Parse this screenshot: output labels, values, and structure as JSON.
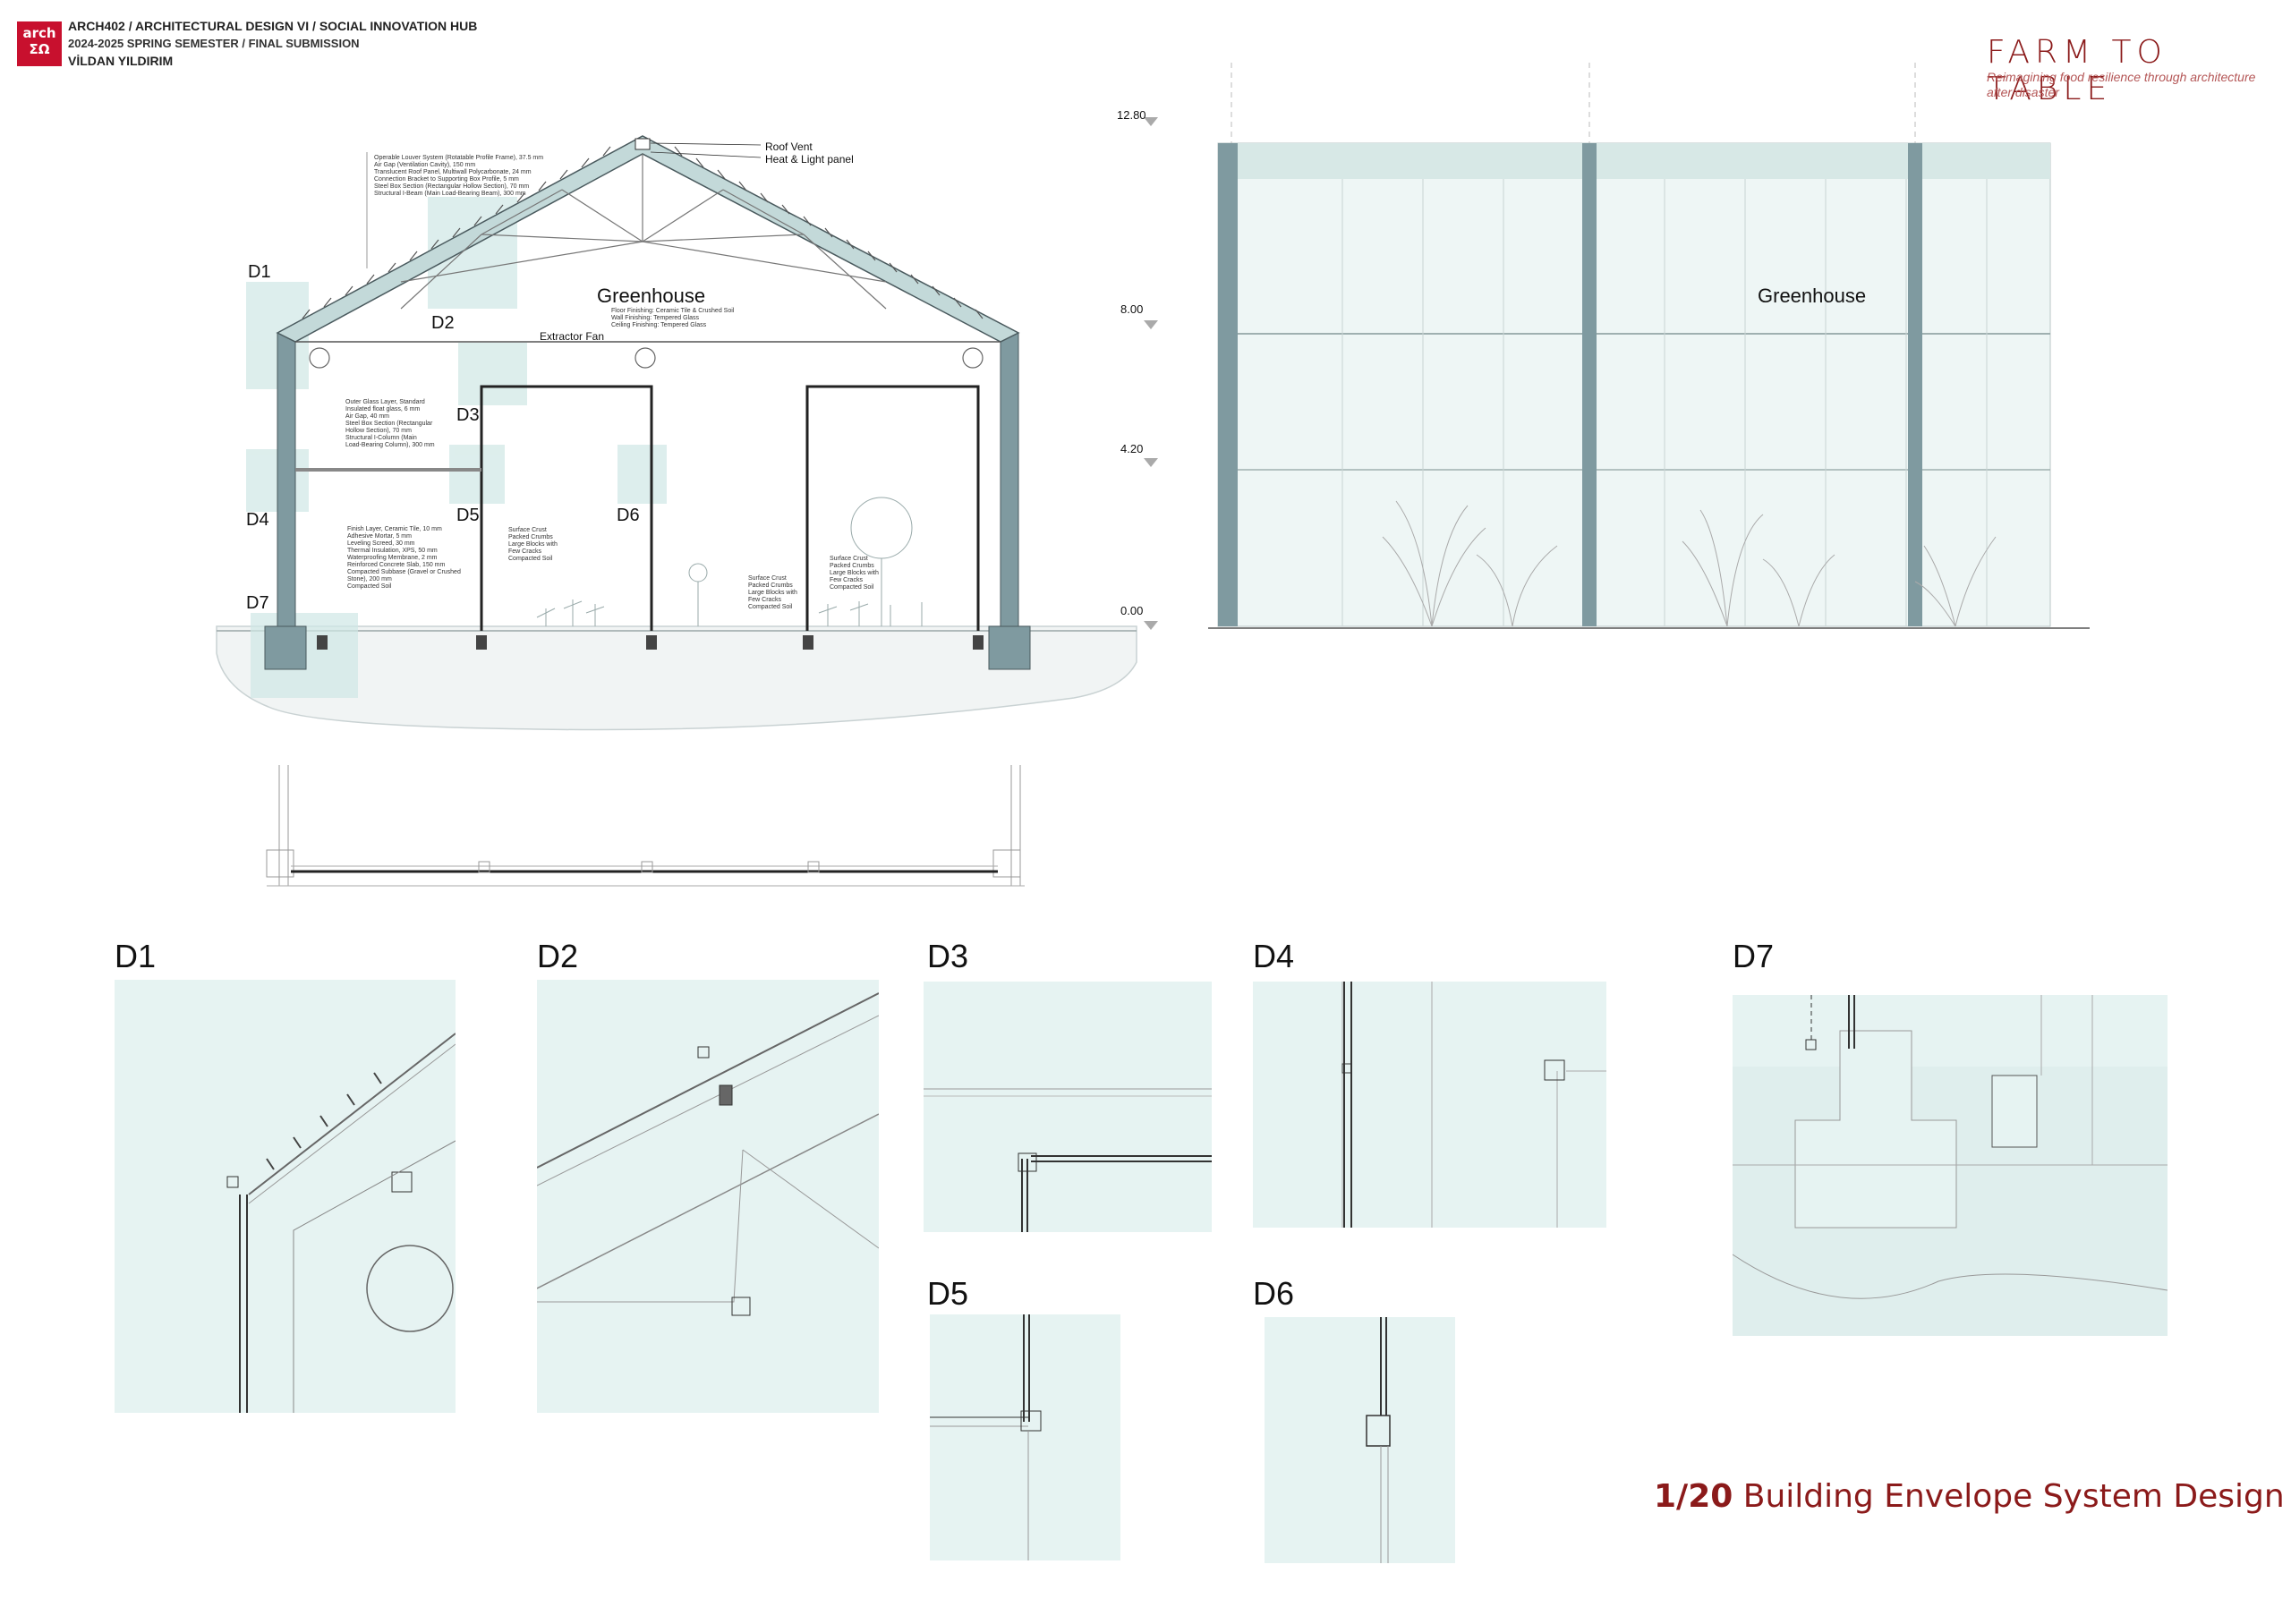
{
  "header": {
    "logo_text_top": "arch",
    "logo_text_bottom": "ΣΩ",
    "line1": "ARCH402 / ARCHITECTURAL DESIGN VI / SOCIAL INNOVATION HUB",
    "line2": "2024-2025 SPRING SEMESTER / FINAL SUBMISSION",
    "line3": "VİLDAN YILDIRIM"
  },
  "project": {
    "title": "FARM TO TABLE",
    "subtitle": "Reimagining food resilience through architecture after disaster"
  },
  "sheet_title": {
    "scale": "1/20",
    "text": " Building Envelope System Design"
  },
  "section": {
    "space_label": "Greenhouse",
    "roof_vent": "Roof Vent",
    "heat_light": "Heat & Light  panel",
    "extractor_fan": "Extractor Fan",
    "finishes": [
      "Floor Finishing: Ceramic Tile & Crushed Soil",
      "Wall Finishing: Tempered Glass",
      "Ceiling Finishing: Tempered Glass"
    ],
    "roof_notes": [
      "Operable Louver System (Rotatable Profile Frame), 37.5 mm",
      "Air Gap (Ventilation Cavity), 150 mm",
      "Translucent Roof Panel, Multiwall Polycarbonate, 24 mm",
      "Connection Bracket to Supporting Box Profile, 5 mm",
      "Steel Box Section (Rectangular Hollow Section), 70 mm",
      "Structural I-Beam (Main Load-Bearing Beam), 300 mm"
    ],
    "wall_notes": [
      "Outer Glass Layer, Standard",
      "Insulated float glass, 6 mm",
      "Air Gap, 40 mm",
      "Steel Box Section (Rectangular",
      "Hollow Section), 70 mm",
      "Structural I-Column (Main",
      "Load-Bearing Column), 300 mm"
    ],
    "floor_notes": [
      "Finish Layer, Ceramic Tile, 10 mm",
      "Adhesive Mortar, 5 mm",
      "Leveling Screed, 30 mm",
      "Thermal Insulation, XPS, 50 mm",
      "Waterproofing Membrane, 2 mm",
      "Reinforced Concrete Slab, 150 mm",
      "Compacted Subbase (Gravel or Crushed",
      "Stone), 200 mm",
      "Compacted Soil"
    ],
    "soil_notes": [
      "Surface Crust",
      "Packed Crumbs",
      "Large Blocks with",
      "Few Cracks",
      "Compacted Soil"
    ],
    "detail_tags": [
      "D1",
      "D2",
      "D3",
      "D4",
      "D5",
      "D6",
      "D7"
    ]
  },
  "elevation": {
    "space_label": "Greenhouse",
    "levels": [
      "12.80",
      "8.00",
      "4.20",
      "0.00"
    ]
  },
  "details": [
    {
      "label": "D1"
    },
    {
      "label": "D2"
    },
    {
      "label": "D3"
    },
    {
      "label": "D4"
    },
    {
      "label": "D5"
    },
    {
      "label": "D6"
    },
    {
      "label": "D7"
    }
  ],
  "colors": {
    "accent": "#8b1a1a",
    "logo": "#c8102e",
    "glass": "#e6f3f2",
    "steel": "#7f9aa0"
  }
}
